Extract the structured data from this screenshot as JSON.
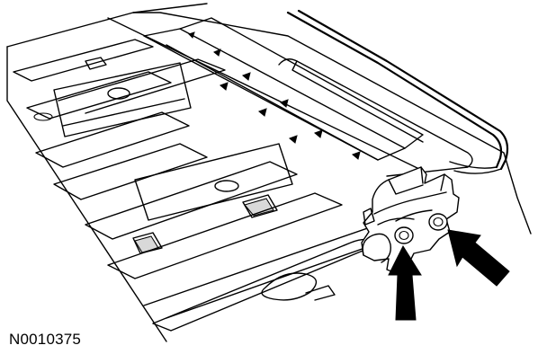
{
  "figure": {
    "id_label": "N0010375",
    "subject": "floor-pan-latch-assembly",
    "line_color": "#000000",
    "background_color": "#ffffff",
    "callouts": [
      {
        "name": "arrow-lower-fastener",
        "target": "lower-bolt"
      },
      {
        "name": "arrow-right-fastener",
        "target": "right-bolt"
      }
    ]
  }
}
